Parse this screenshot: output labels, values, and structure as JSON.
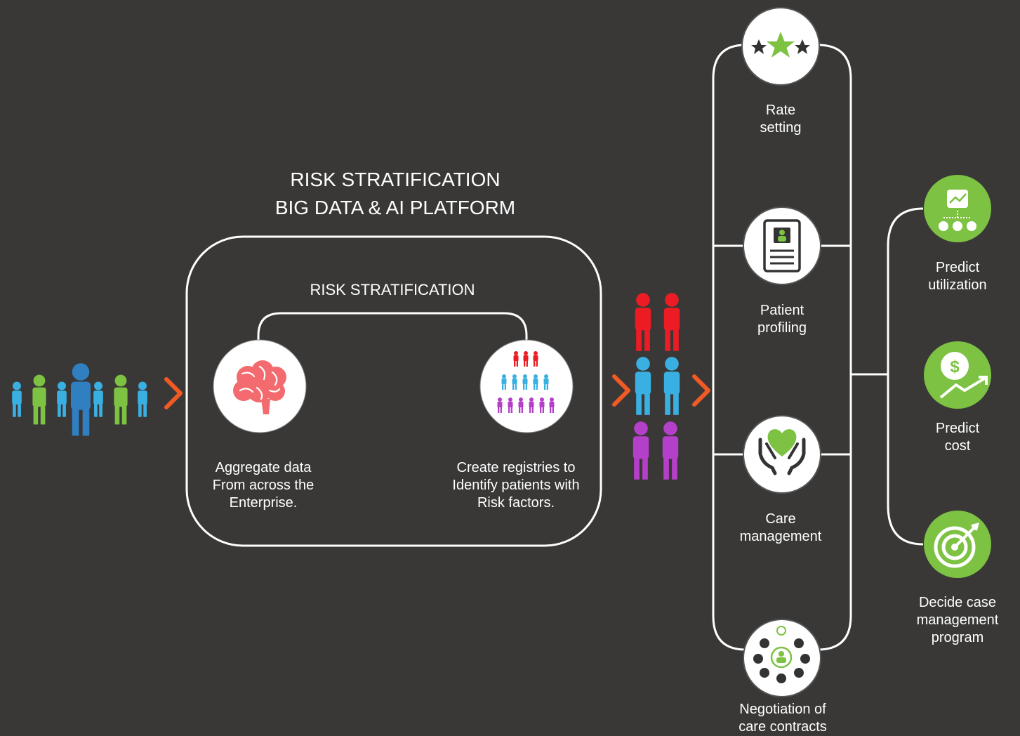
{
  "colors": {
    "background": "#393837",
    "line": "#ffffff",
    "accent_green": "#7dc243",
    "arrow_orange": "#f15a24",
    "brain": "#f36b6e",
    "person_red": "#ed1c24",
    "person_blue": "#3ab0e2",
    "person_purple": "#b43fc8",
    "icon_dark": "#333333"
  },
  "platform": {
    "title_line1": "RISK STRATIFICATION",
    "title_line2": "BIG DATA & AI PLATFORM",
    "inner_title": "RISK STRATIFICATION",
    "aggregate": {
      "icon": "brain-icon",
      "line1": "Aggregate data",
      "line2": "From across the",
      "line3": "Enterprise."
    },
    "registries": {
      "icon": "people-registry-icon",
      "line1": "Create registries to",
      "line2": "Identify patients with",
      "line3": "Risk factors."
    }
  },
  "uses": [
    {
      "icon": "rating-stars-icon",
      "line1": "Rate",
      "line2": "setting"
    },
    {
      "icon": "patient-profile-icon",
      "line1": "Patient",
      "line2": "profiling"
    },
    {
      "icon": "heart-hands-icon",
      "line1": "Care",
      "line2": "management"
    },
    {
      "icon": "network-icon",
      "line1": "Negotiation of",
      "line2": "care contracts"
    }
  ],
  "predictions": [
    {
      "icon": "utilization-chart-icon",
      "line1": "Predict",
      "line2": "utilization"
    },
    {
      "icon": "cost-growth-icon",
      "line1": "Predict",
      "line2": "cost"
    },
    {
      "icon": "target-icon",
      "line1": "Decide case",
      "line2": "management",
      "line3": "program"
    }
  ]
}
